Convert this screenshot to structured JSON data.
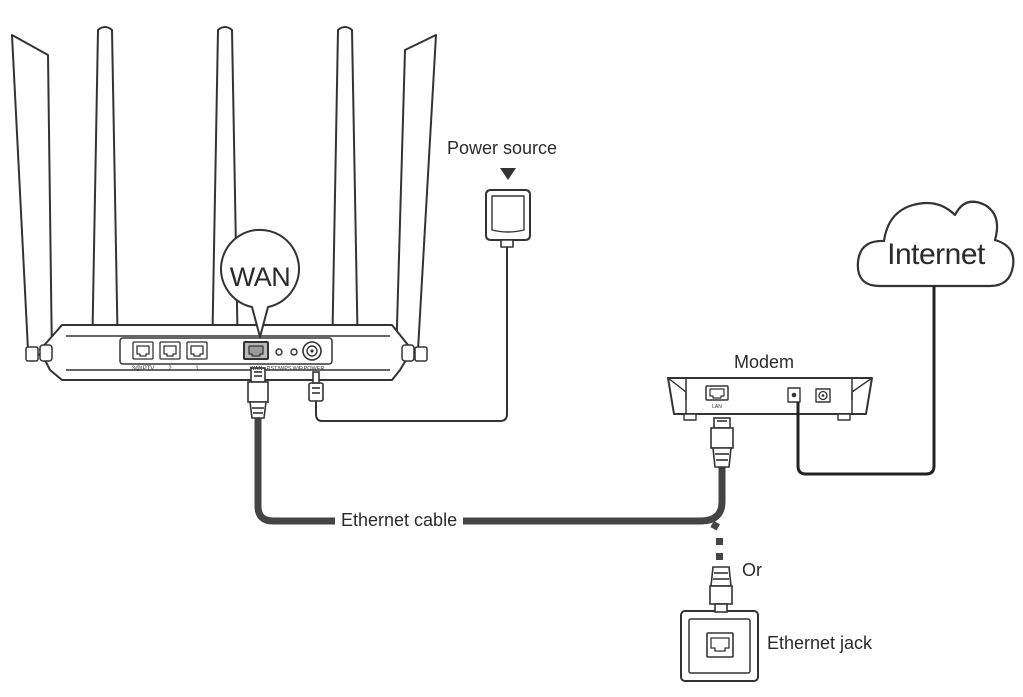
{
  "labels": {
    "power_source": "Power source",
    "wan": "WAN",
    "internet": "Internet",
    "modem": "Modem",
    "ethernet_cable": "Ethernet cable",
    "or": "Or",
    "ethernet_jack": "Ethernet jack"
  },
  "router_ports": {
    "port_3": "3@IPTV",
    "port_2": "2",
    "port_1": "1",
    "wan": "WAN",
    "rst": "RST/WPS",
    "wifi": "WiFi",
    "power": "POWER"
  },
  "modem_ports": {
    "lan": "LAN"
  },
  "colors": {
    "line": "#333333",
    "cable": "#444444",
    "fill": "#ffffff"
  }
}
